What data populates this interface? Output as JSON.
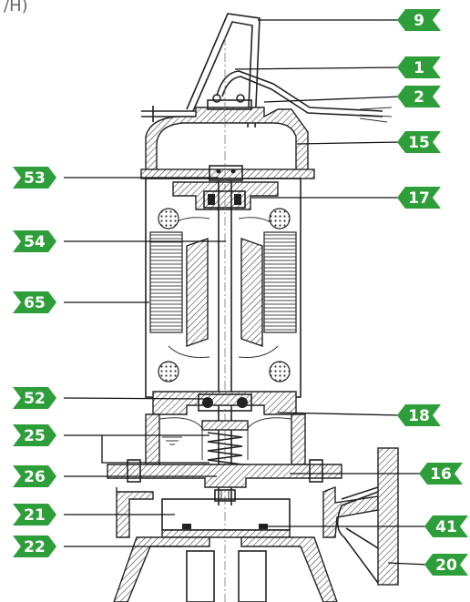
{
  "corner_text": "/H)",
  "colors": {
    "tag_green": "#2e9e3a",
    "line": "#222222"
  },
  "tags": [
    {
      "id": "9",
      "label": "9",
      "side": "right"
    },
    {
      "id": "1",
      "label": "1",
      "side": "right"
    },
    {
      "id": "2",
      "label": "2",
      "side": "right"
    },
    {
      "id": "15",
      "label": "15",
      "side": "right"
    },
    {
      "id": "17",
      "label": "17",
      "side": "right"
    },
    {
      "id": "18",
      "label": "18",
      "side": "right"
    },
    {
      "id": "16",
      "label": "16",
      "side": "right"
    },
    {
      "id": "41",
      "label": "41",
      "side": "right"
    },
    {
      "id": "20",
      "label": "20",
      "side": "right"
    },
    {
      "id": "53",
      "label": "53",
      "side": "left"
    },
    {
      "id": "54",
      "label": "54",
      "side": "left"
    },
    {
      "id": "65",
      "label": "65",
      "side": "left"
    },
    {
      "id": "52",
      "label": "52",
      "side": "left"
    },
    {
      "id": "25",
      "label": "25",
      "side": "left"
    },
    {
      "id": "26",
      "label": "26",
      "side": "left"
    },
    {
      "id": "21",
      "label": "21",
      "side": "left"
    },
    {
      "id": "22",
      "label": "22",
      "side": "left"
    }
  ]
}
